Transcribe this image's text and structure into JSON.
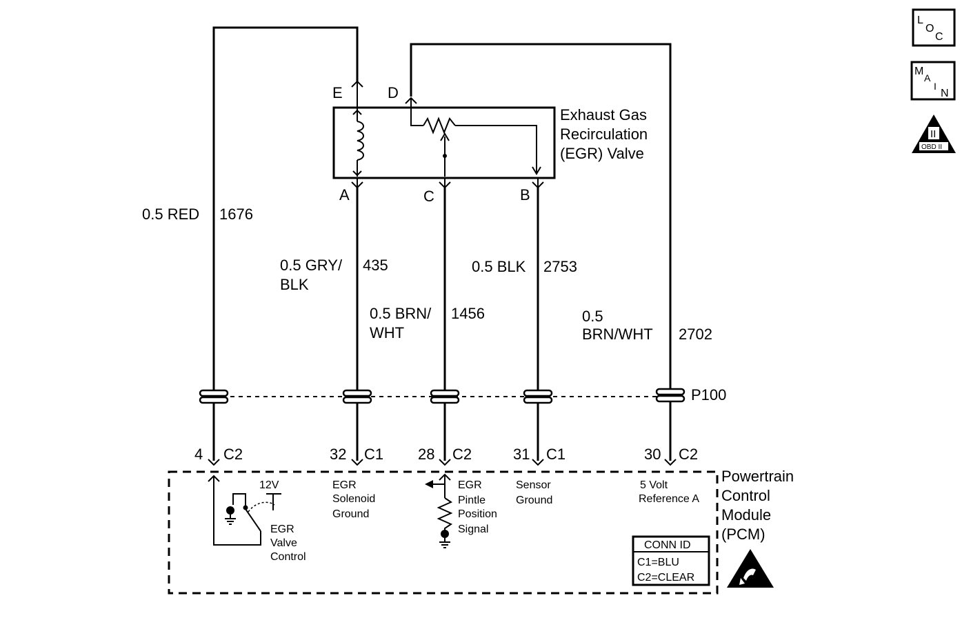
{
  "component": {
    "name_lines": [
      "Exhaust Gas",
      "Recirculation",
      "(EGR) Valve"
    ],
    "pins": {
      "E": "E",
      "D": "D",
      "A": "A",
      "C": "C",
      "B": "B"
    }
  },
  "wires": {
    "red": {
      "size_color": "0.5 RED",
      "circuit": "1676"
    },
    "gry_blk": {
      "line1": "0.5 GRY/",
      "line2": "BLK",
      "circuit": "435"
    },
    "brn_wht_a": {
      "line1": "0.5 BRN/",
      "line2": "WHT",
      "circuit": "1456"
    },
    "blk": {
      "size_color": "0.5 BLK",
      "circuit": "2753"
    },
    "brn_wht_b": {
      "line1": "0.5",
      "line2": "BRN/WHT",
      "circuit": "2702"
    }
  },
  "connector": {
    "name": "P100"
  },
  "pcm_pins": [
    {
      "num": "4",
      "conn": "C2"
    },
    {
      "num": "32",
      "conn": "C1"
    },
    {
      "num": "28",
      "conn": "C2"
    },
    {
      "num": "31",
      "conn": "C1"
    },
    {
      "num": "30",
      "conn": "C2"
    }
  ],
  "pcm": {
    "name_lines": [
      "Powertrain",
      "Control",
      "Module",
      "(PCM)"
    ],
    "voltage": "12V",
    "egr_valve_control": [
      "EGR",
      "Valve",
      "Control"
    ],
    "egr_solenoid_ground": [
      "EGR",
      "Solenoid",
      "Ground"
    ],
    "egr_pintle": [
      "EGR",
      "Pintle",
      "Position",
      "Signal"
    ],
    "sensor_ground": [
      "Sensor",
      "Ground"
    ],
    "five_volt_ref": [
      "5 Volt",
      "Reference A"
    ],
    "conn_id": {
      "title": "CONN ID",
      "c1": "C1=BLU",
      "c2": "C2=CLEAR"
    }
  },
  "icons": {
    "loc": [
      "L",
      "O",
      "C"
    ],
    "main": [
      "M",
      "A",
      "I",
      "N"
    ],
    "obd": {
      "mark": "II",
      "label": "OBD II"
    }
  }
}
